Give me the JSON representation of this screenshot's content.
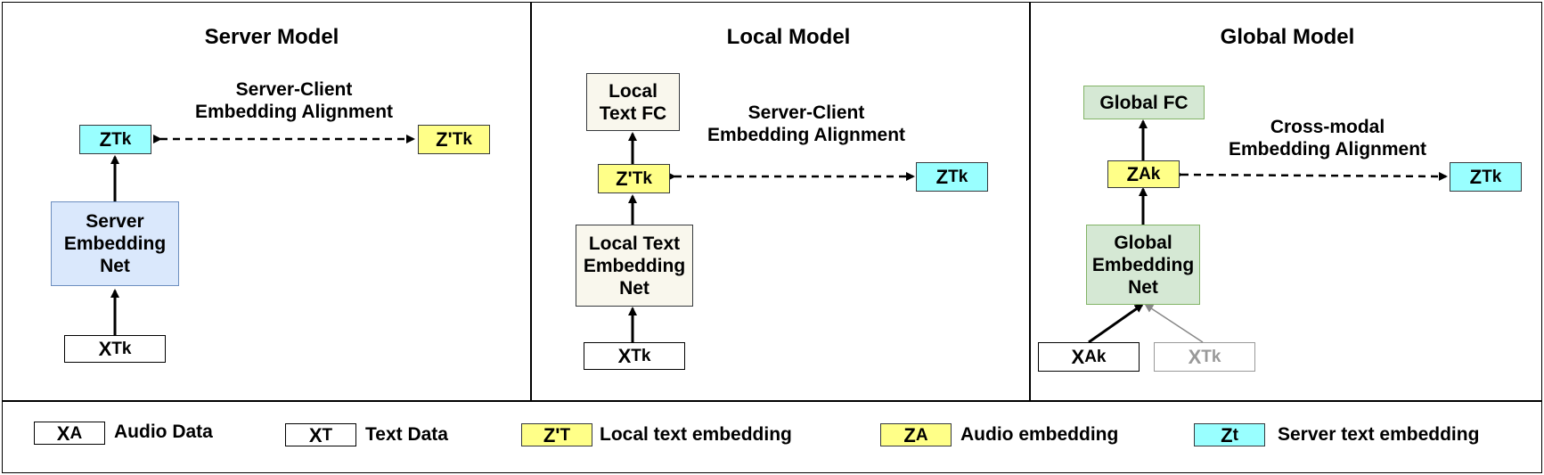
{
  "panels": {
    "server": {
      "title": "Server Model",
      "alignment_line1": "Server-Client",
      "alignment_line2": "Embedding Alignment",
      "net_line1": "Server",
      "net_line2": "Embedding",
      "net_line3": "Net",
      "zt_base": "Z",
      "zt_sub": "T",
      "zt_sup": "k",
      "zpt_base": "Z'",
      "zpt_sub": "T",
      "zpt_sup": "k",
      "xt_base": "X",
      "xt_sub": "T",
      "xt_sup": "k"
    },
    "local": {
      "title": "Local Model",
      "fc_line1": "Local",
      "fc_line2": "Text FC",
      "alignment_line1": "Server-Client",
      "alignment_line2": "Embedding Alignment",
      "net_line1": "Local Text",
      "net_line2": "Embedding",
      "net_line3": "Net",
      "zpt_base": "Z'",
      "zpt_sub": "T",
      "zpt_sup": "k",
      "zt_base": "Z",
      "zt_sub": "T",
      "zt_sup": "k",
      "xt_base": "X",
      "xt_sub": "T",
      "xt_sup": "k"
    },
    "global": {
      "title": "Global Model",
      "fc_label": "Global FC",
      "alignment_line1": "Cross-modal",
      "alignment_line2": "Embedding Alignment",
      "net_line1": "Global",
      "net_line2": "Embedding",
      "net_line3": "Net",
      "za_base": "Z",
      "za_sub": "A",
      "za_sup": "k",
      "zt_base": "Z",
      "zt_sub": "T",
      "zt_sup": "k",
      "xa_base": "X",
      "xa_sub": "A",
      "xa_sup": "k",
      "xt_base": "X",
      "xt_sub": "T",
      "xt_sup": "k"
    }
  },
  "legend": [
    {
      "base": "X",
      "sub": "A",
      "label": "Audio Data",
      "color": "#ffffff"
    },
    {
      "base": "X",
      "sub": "T",
      "label": "Text Data",
      "color": "#ffffff"
    },
    {
      "base": "Z'",
      "sub": "T",
      "label": "Local text embedding",
      "color": "#ffff88"
    },
    {
      "base": "Z",
      "sub": "A",
      "label": "Audio embedding",
      "color": "#ffff88"
    },
    {
      "base": "Z",
      "sub": "t",
      "label": "Server text embedding",
      "color": "#99ffff"
    }
  ],
  "colors": {
    "server_net": "#dae8fc",
    "local_net": "#f9f7ed",
    "global_net": "#d5e8d4",
    "client_embedding": "#ffff88",
    "server_embedding": "#99ffff"
  }
}
